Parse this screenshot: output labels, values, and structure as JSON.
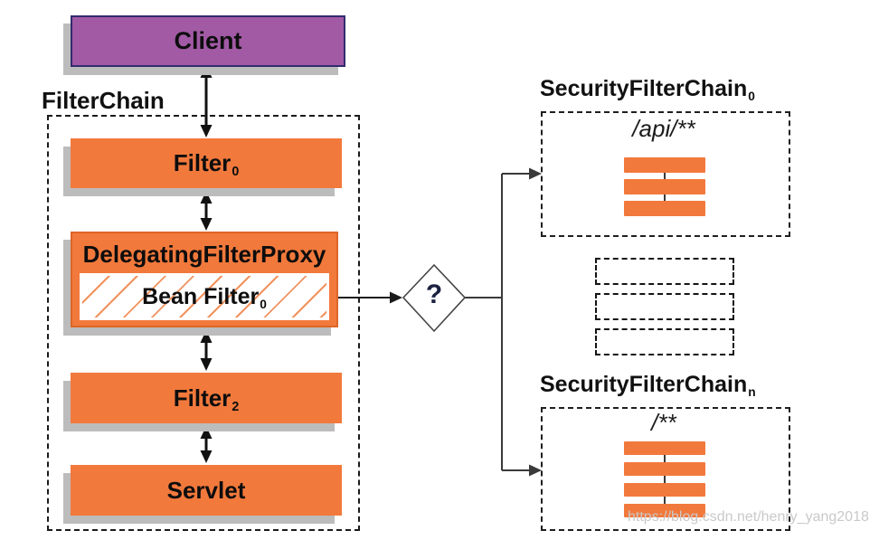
{
  "diagram": {
    "client_label": "Client",
    "filter_chain": {
      "title": "FilterChain",
      "filter0": {
        "base": "Filter",
        "sub": "0"
      },
      "delegating_proxy": {
        "label": "DelegatingFilterProxy",
        "bean_filter": {
          "base": "Bean Filter",
          "sub": "0"
        }
      },
      "filter2": {
        "base": "Filter",
        "sub": "2"
      },
      "servlet_label": "Servlet"
    },
    "decision": {
      "label": "?"
    },
    "security_chain_0": {
      "title_base": "SecurityFilterChain",
      "title_sub": "0",
      "url_pattern": "/api/**",
      "filter_bar_count": 3
    },
    "placeholder_chain_count": 3,
    "security_chain_n": {
      "title_base": "SecurityFilterChain",
      "title_sub": "n",
      "url_pattern": "/**",
      "filter_bar_count": 4
    },
    "watermark": "https://blog.csdn.net/henry_yang2018",
    "colors": {
      "orange": "#f2793c",
      "orange_border": "#de6527",
      "hatch_orange": "#f2925e",
      "purple": "#a25aa5",
      "purple_border": "#312b6e",
      "shadow_gray": "#bcbcbc",
      "line_black": "#111111",
      "routing_gray": "#3a3a3a",
      "watermark_gray": "#c9c9c9"
    }
  }
}
